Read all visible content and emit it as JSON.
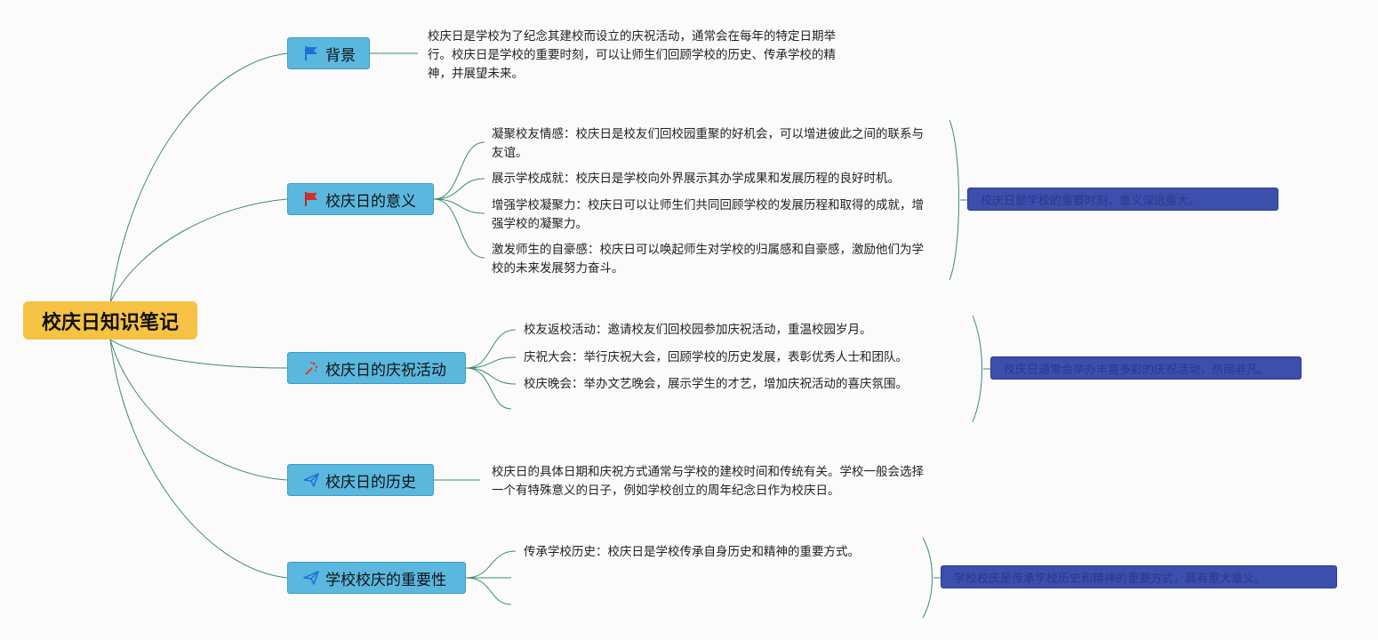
{
  "root": {
    "label": "校庆日知识笔记"
  },
  "topics": [
    {
      "label": "背景",
      "icon": "blue-flag-icon"
    },
    {
      "label": "校庆日的意义",
      "icon": "red-flag-icon"
    },
    {
      "label": "校庆日的庆祝活动",
      "icon": "firework-icon"
    },
    {
      "label": "校庆日的历史",
      "icon": "paper-plane-icon"
    },
    {
      "label": "学校校庆的重要性",
      "icon": "paper-plane-icon"
    }
  ],
  "notes": {
    "background": "校庆日是学校为了纪念其建校而设立的庆祝活动，通常会在每年的特定日期举行。校庆日是学校的重要时刻，可以让师生们回顾学校的历史、传承学校的精神，并展望未来。",
    "meaning": [
      "凝聚校友情感：校庆日是校友们回校园重聚的好机会，可以增进彼此之间的联系与友谊。",
      "展示学校成就：校庆日是学校向外界展示其办学成果和发展历程的良好时机。",
      "增强学校凝聚力：校庆日可以让师生们共同回顾学校的发展历程和取得的成就，增强学校的凝聚力。",
      "激发师生的自豪感：校庆日可以唤起师生对学校的归属感和自豪感，激励他们为学校的未来发展努力奋斗。"
    ],
    "activities": [
      "校友返校活动：邀请校友们回校园参加庆祝活动，重温校园岁月。",
      "庆祝大会：举行庆祝大会，回顾学校的历史发展，表彰优秀人士和团队。",
      "校庆晚会：举办文艺晚会，展示学生的才艺，增加庆祝活动的喜庆氛围。"
    ],
    "history": "校庆日的具体日期和庆祝方式通常与学校的建校时间和传统有关。学校一般会选择一个有特殊意义的日子，例如学校创立的周年纪念日作为校庆日。",
    "importance": [
      "传承学校历史：校庆日是学校传承自身历史和精神的重要方式。"
    ]
  },
  "summaries": [
    "校庆日是学校的重要时刻，意义深远重大。",
    "校庆日通常会举办丰富多彩的庆祝活动，热闹非凡。",
    "学校校庆是传承学校历史和精神的重要方式，具有重大意义。"
  ],
  "colors": {
    "root": "#f5c243",
    "topic": "#5ab8de",
    "summary": "#3c4fad",
    "connector": "#3a8a78"
  }
}
